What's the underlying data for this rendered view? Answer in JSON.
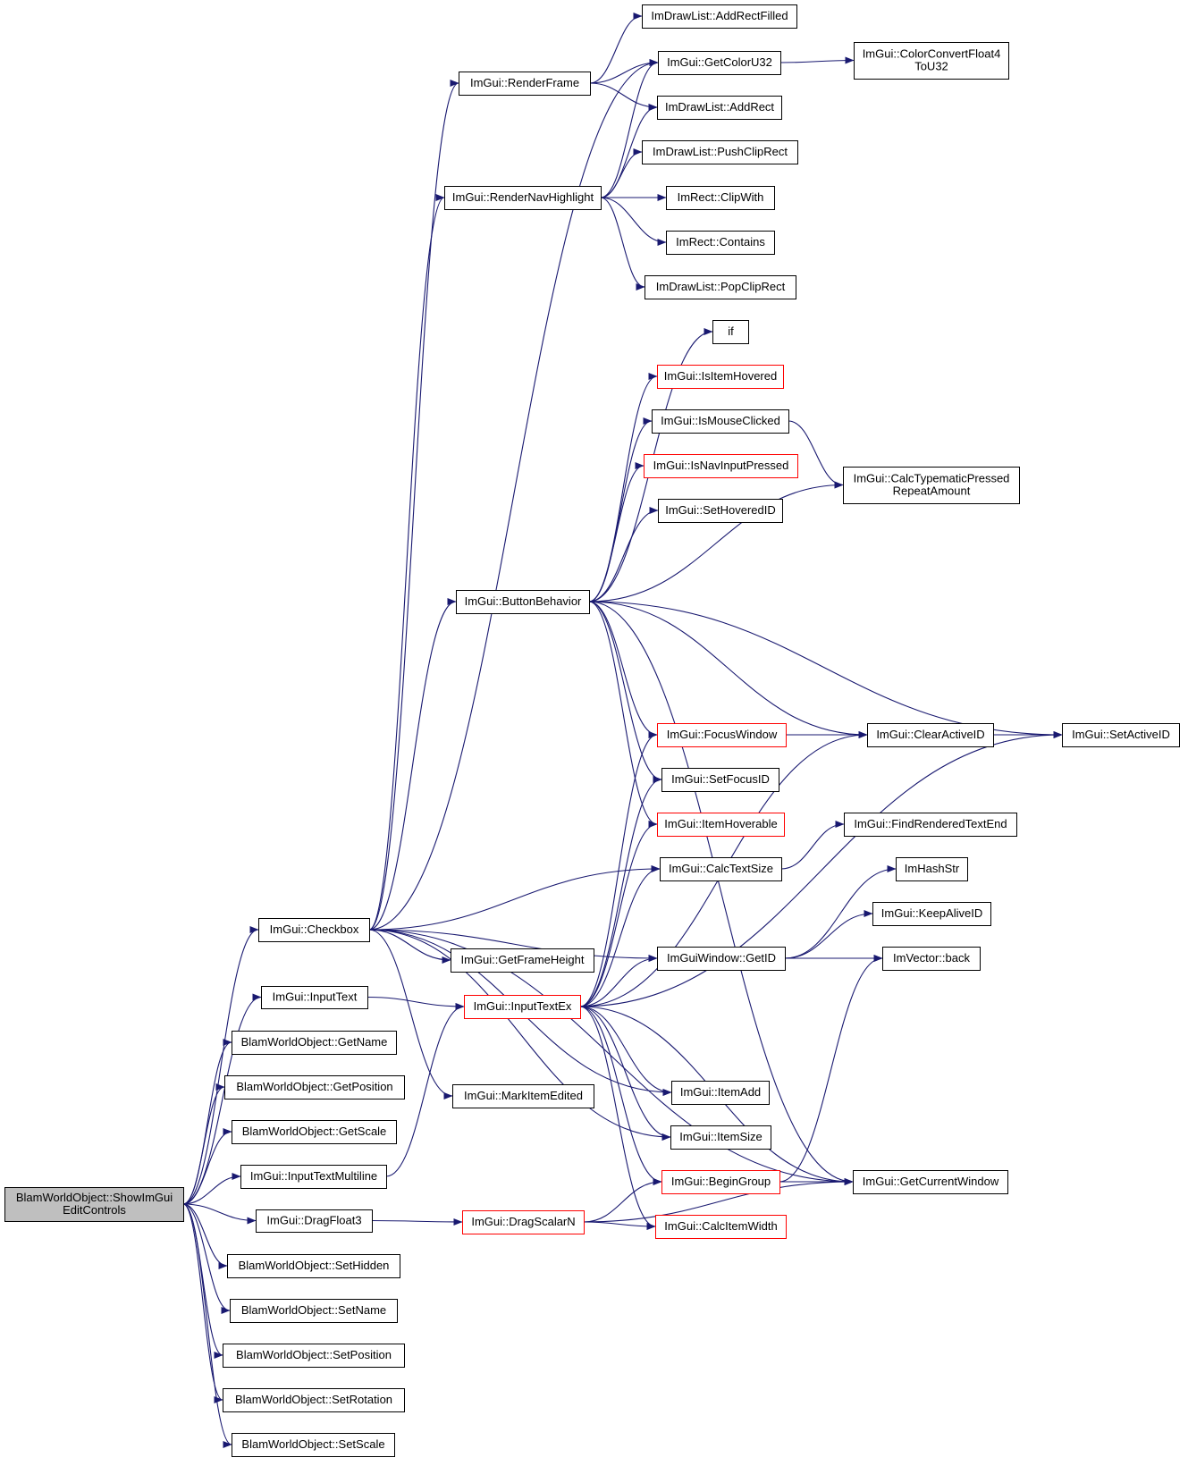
{
  "colors": {
    "edge": "#191970",
    "node_border": "#000000",
    "node_border_truncated": "#ff0000",
    "node_fill": "#ffffff",
    "root_fill": "#bfbfbf"
  },
  "root": "root",
  "nodes": [
    {
      "id": "root",
      "lines": [
        "BlamWorldObject::ShowImGui",
        "EditControls"
      ],
      "style": "root"
    },
    {
      "id": "checkbox",
      "lines": [
        "ImGui::Checkbox"
      ],
      "style": "normal"
    },
    {
      "id": "inputtext",
      "lines": [
        "ImGui::InputText"
      ],
      "style": "normal"
    },
    {
      "id": "getname",
      "lines": [
        "BlamWorldObject::GetName"
      ],
      "style": "normal"
    },
    {
      "id": "getposition",
      "lines": [
        "BlamWorldObject::GetPosition"
      ],
      "style": "normal"
    },
    {
      "id": "getscale",
      "lines": [
        "BlamWorldObject::GetScale"
      ],
      "style": "normal"
    },
    {
      "id": "inputtextmultiline",
      "lines": [
        "ImGui::InputTextMultiline"
      ],
      "style": "normal"
    },
    {
      "id": "dragfloat3",
      "lines": [
        "ImGui::DragFloat3"
      ],
      "style": "normal"
    },
    {
      "id": "sethidden",
      "lines": [
        "BlamWorldObject::SetHidden"
      ],
      "style": "normal"
    },
    {
      "id": "setname",
      "lines": [
        "BlamWorldObject::SetName"
      ],
      "style": "normal"
    },
    {
      "id": "setposition",
      "lines": [
        "BlamWorldObject::SetPosition"
      ],
      "style": "normal"
    },
    {
      "id": "setrotation",
      "lines": [
        "BlamWorldObject::SetRotation"
      ],
      "style": "normal"
    },
    {
      "id": "setscale",
      "lines": [
        "BlamWorldObject::SetScale"
      ],
      "style": "normal"
    },
    {
      "id": "renderframe",
      "lines": [
        "ImGui::RenderFrame"
      ],
      "style": "normal"
    },
    {
      "id": "rendernavhighlight",
      "lines": [
        "ImGui::RenderNavHighlight"
      ],
      "style": "normal"
    },
    {
      "id": "buttonbehavior",
      "lines": [
        "ImGui::ButtonBehavior"
      ],
      "style": "normal"
    },
    {
      "id": "getframeheight",
      "lines": [
        "ImGui::GetFrameHeight"
      ],
      "style": "normal"
    },
    {
      "id": "inputtextex",
      "lines": [
        "ImGui::InputTextEx"
      ],
      "style": "truncated"
    },
    {
      "id": "markitemedited",
      "lines": [
        "ImGui::MarkItemEdited"
      ],
      "style": "normal"
    },
    {
      "id": "dragscalarn",
      "lines": [
        "ImGui::DragScalarN"
      ],
      "style": "truncated"
    },
    {
      "id": "addrectfilled",
      "lines": [
        "ImDrawList::AddRectFilled"
      ],
      "style": "normal"
    },
    {
      "id": "getcoloru32",
      "lines": [
        "ImGui::GetColorU32"
      ],
      "style": "normal"
    },
    {
      "id": "addrect",
      "lines": [
        "ImDrawList::AddRect"
      ],
      "style": "normal"
    },
    {
      "id": "pushcliprect",
      "lines": [
        "ImDrawList::PushClipRect"
      ],
      "style": "normal"
    },
    {
      "id": "clipwith",
      "lines": [
        "ImRect::ClipWith"
      ],
      "style": "normal"
    },
    {
      "id": "contains",
      "lines": [
        "ImRect::Contains"
      ],
      "style": "normal"
    },
    {
      "id": "popcliprect",
      "lines": [
        "ImDrawList::PopClipRect"
      ],
      "style": "normal"
    },
    {
      "id": "if",
      "lines": [
        "if"
      ],
      "style": "normal"
    },
    {
      "id": "isitemhovered",
      "lines": [
        "ImGui::IsItemHovered"
      ],
      "style": "truncated"
    },
    {
      "id": "ismouseclicked",
      "lines": [
        "ImGui::IsMouseClicked"
      ],
      "style": "normal"
    },
    {
      "id": "isnavinputpressed",
      "lines": [
        "ImGui::IsNavInputPressed"
      ],
      "style": "truncated"
    },
    {
      "id": "sethoveredid",
      "lines": [
        "ImGui::SetHoveredID"
      ],
      "style": "normal"
    },
    {
      "id": "focuswindow",
      "lines": [
        "ImGui::FocusWindow"
      ],
      "style": "truncated"
    },
    {
      "id": "setfocusid",
      "lines": [
        "ImGui::SetFocusID"
      ],
      "style": "normal"
    },
    {
      "id": "itemhoverable",
      "lines": [
        "ImGui::ItemHoverable"
      ],
      "style": "truncated"
    },
    {
      "id": "calctextsize",
      "lines": [
        "ImGui::CalcTextSize"
      ],
      "style": "normal"
    },
    {
      "id": "getid",
      "lines": [
        "ImGuiWindow::GetID"
      ],
      "style": "normal"
    },
    {
      "id": "itemadd",
      "lines": [
        "ImGui::ItemAdd"
      ],
      "style": "normal"
    },
    {
      "id": "itemsize",
      "lines": [
        "ImGui::ItemSize"
      ],
      "style": "normal"
    },
    {
      "id": "begingroup",
      "lines": [
        "ImGui::BeginGroup"
      ],
      "style": "truncated"
    },
    {
      "id": "calcitemwidth",
      "lines": [
        "ImGui::CalcItemWidth"
      ],
      "style": "truncated"
    },
    {
      "id": "colorconvert",
      "lines": [
        "ImGui::ColorConvertFloat4",
        "ToU32"
      ],
      "style": "normal"
    },
    {
      "id": "calctypematic",
      "lines": [
        "ImGui::CalcTypematicPressed",
        "RepeatAmount"
      ],
      "style": "normal"
    },
    {
      "id": "clearactiveid",
      "lines": [
        "ImGui::ClearActiveID"
      ],
      "style": "normal"
    },
    {
      "id": "findrenderedtextend",
      "lines": [
        "ImGui::FindRenderedTextEnd"
      ],
      "style": "normal"
    },
    {
      "id": "imhashstr",
      "lines": [
        "ImHashStr"
      ],
      "style": "normal"
    },
    {
      "id": "keepaliveid",
      "lines": [
        "ImGui::KeepAliveID"
      ],
      "style": "normal"
    },
    {
      "id": "imvectorback",
      "lines": [
        "ImVector::back"
      ],
      "style": "normal"
    },
    {
      "id": "getcurrentwindow",
      "lines": [
        "ImGui::GetCurrentWindow"
      ],
      "style": "normal"
    },
    {
      "id": "setactiveid",
      "lines": [
        "ImGui::SetActiveID"
      ],
      "style": "normal"
    }
  ],
  "edges": [
    [
      "root",
      "checkbox"
    ],
    [
      "root",
      "inputtext"
    ],
    [
      "root",
      "getname"
    ],
    [
      "root",
      "getposition"
    ],
    [
      "root",
      "getscale"
    ],
    [
      "root",
      "inputtextmultiline"
    ],
    [
      "root",
      "dragfloat3"
    ],
    [
      "root",
      "sethidden"
    ],
    [
      "root",
      "setname"
    ],
    [
      "root",
      "setposition"
    ],
    [
      "root",
      "setrotation"
    ],
    [
      "root",
      "setscale"
    ],
    [
      "checkbox",
      "renderframe"
    ],
    [
      "checkbox",
      "getcoloru32"
    ],
    [
      "checkbox",
      "rendernavhighlight"
    ],
    [
      "checkbox",
      "buttonbehavior"
    ],
    [
      "checkbox",
      "calctextsize"
    ],
    [
      "checkbox",
      "getid"
    ],
    [
      "checkbox",
      "getframeheight"
    ],
    [
      "checkbox",
      "markitemedited"
    ],
    [
      "checkbox",
      "itemadd"
    ],
    [
      "checkbox",
      "itemsize"
    ],
    [
      "checkbox",
      "getcurrentwindow"
    ],
    [
      "inputtext",
      "inputtextex"
    ],
    [
      "inputtextmultiline",
      "inputtextex"
    ],
    [
      "dragfloat3",
      "dragscalarn"
    ],
    [
      "renderframe",
      "addrectfilled"
    ],
    [
      "renderframe",
      "getcoloru32"
    ],
    [
      "renderframe",
      "addrect"
    ],
    [
      "rendernavhighlight",
      "getcoloru32"
    ],
    [
      "rendernavhighlight",
      "addrect"
    ],
    [
      "rendernavhighlight",
      "pushcliprect"
    ],
    [
      "rendernavhighlight",
      "clipwith"
    ],
    [
      "rendernavhighlight",
      "contains"
    ],
    [
      "rendernavhighlight",
      "popcliprect"
    ],
    [
      "getcoloru32",
      "colorconvert"
    ],
    [
      "buttonbehavior",
      "if"
    ],
    [
      "buttonbehavior",
      "isitemhovered"
    ],
    [
      "buttonbehavior",
      "ismouseclicked"
    ],
    [
      "buttonbehavior",
      "isnavinputpressed"
    ],
    [
      "buttonbehavior",
      "sethoveredid"
    ],
    [
      "buttonbehavior",
      "calctypematic"
    ],
    [
      "buttonbehavior",
      "focuswindow"
    ],
    [
      "buttonbehavior",
      "setfocusid"
    ],
    [
      "buttonbehavior",
      "itemhoverable"
    ],
    [
      "buttonbehavior",
      "clearactiveid"
    ],
    [
      "buttonbehavior",
      "setactiveid"
    ],
    [
      "buttonbehavior",
      "getcurrentwindow"
    ],
    [
      "ismouseclicked",
      "calctypematic"
    ],
    [
      "focuswindow",
      "clearactiveid"
    ],
    [
      "clearactiveid",
      "setactiveid"
    ],
    [
      "calctextsize",
      "findrenderedtextend"
    ],
    [
      "getid",
      "imhashstr"
    ],
    [
      "getid",
      "keepaliveid"
    ],
    [
      "getid",
      "imvectorback"
    ],
    [
      "inputtextex",
      "focuswindow"
    ],
    [
      "inputtextex",
      "setfocusid"
    ],
    [
      "inputtextex",
      "itemhoverable"
    ],
    [
      "inputtextex",
      "calctextsize"
    ],
    [
      "inputtextex",
      "getid"
    ],
    [
      "inputtextex",
      "clearactiveid"
    ],
    [
      "inputtextex",
      "setactiveid"
    ],
    [
      "inputtextex",
      "itemadd"
    ],
    [
      "inputtextex",
      "itemsize"
    ],
    [
      "inputtextex",
      "begingroup"
    ],
    [
      "inputtextex",
      "calcitemwidth"
    ],
    [
      "inputtextex",
      "getcurrentwindow"
    ],
    [
      "dragscalarn",
      "begingroup"
    ],
    [
      "dragscalarn",
      "calcitemwidth"
    ],
    [
      "dragscalarn",
      "getcurrentwindow"
    ],
    [
      "begingroup",
      "getcurrentwindow"
    ],
    [
      "begingroup",
      "imvectorback"
    ]
  ]
}
